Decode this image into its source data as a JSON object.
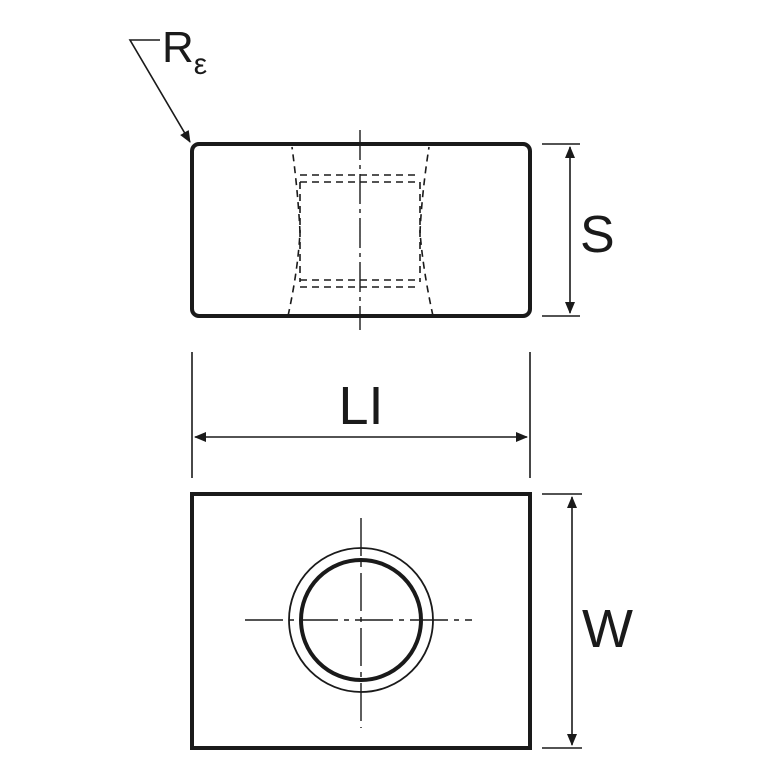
{
  "labels": {
    "radius_main": "R",
    "radius_sub": "ε",
    "thickness": "S",
    "length": "LI",
    "width": "W"
  },
  "colors": {
    "stroke": "#1a1a1a",
    "background": "#ffffff"
  }
}
